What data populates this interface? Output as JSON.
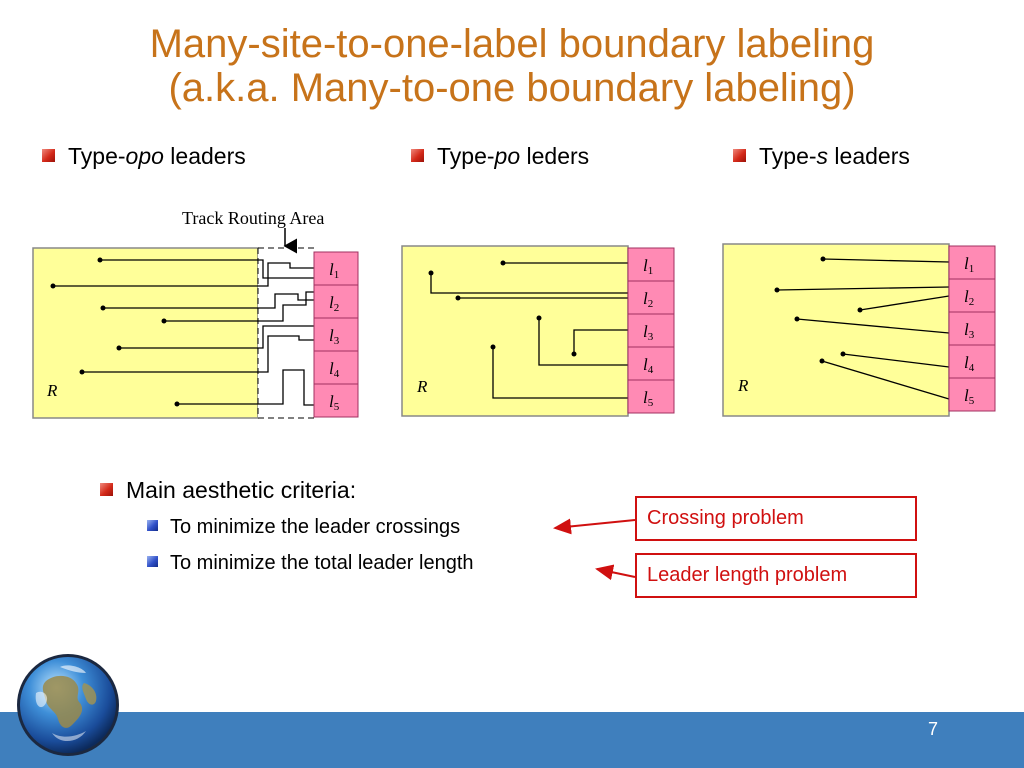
{
  "title": {
    "line1": "Many-site-to-one-label boundary labeling",
    "line2": "(a.k.a. Many-to-one boundary labeling)"
  },
  "columns": [
    {
      "prefix": "Type-",
      "italic": "opo",
      "suffix": " leaders"
    },
    {
      "prefix": "Type-",
      "italic": "po",
      "suffix": " leders"
    },
    {
      "prefix": "Type-",
      "italic": "s",
      "suffix": " leaders"
    }
  ],
  "diagram": {
    "track_routing_label": "Track Routing Area",
    "region_label": "R",
    "labels": [
      "1",
      "2",
      "3",
      "4",
      "5"
    ],
    "label_letter": "l",
    "colors": {
      "region": "#ffff99",
      "label_box": "#ff8ab4",
      "leader": "#000000"
    }
  },
  "criteria": {
    "heading": "Main aesthetic criteria:",
    "items": [
      "To minimize the leader crossings",
      "To minimize the total leader length"
    ]
  },
  "callouts": {
    "crossing": "Crossing problem",
    "length": "Leader length problem"
  },
  "page_number": "7",
  "colors": {
    "title": "#c7731a",
    "footer": "#3f7fbd",
    "callout": "#d01010"
  }
}
